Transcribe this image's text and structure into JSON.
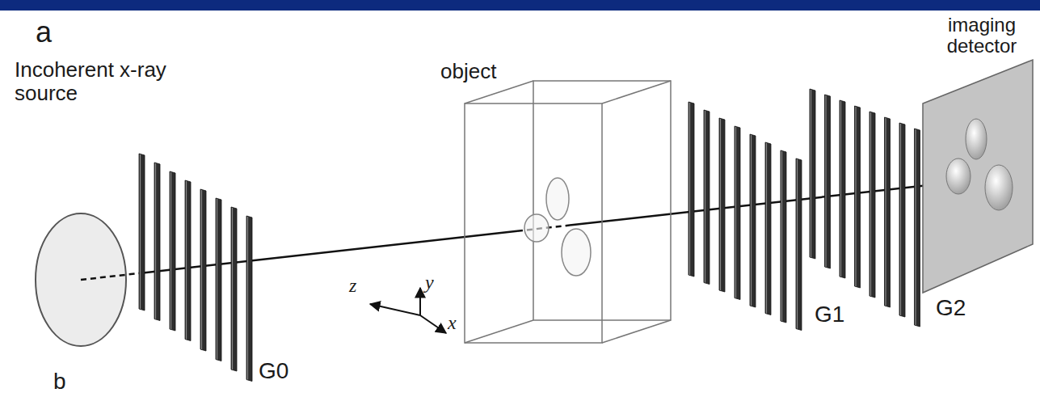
{
  "diagram": {
    "labels": [
      "a",
      "Incoherent x-ray source",
      "object",
      "imaging detector",
      "z",
      "y",
      "x",
      "G0",
      "G1",
      "G2",
      "b"
    ]
  }
}
